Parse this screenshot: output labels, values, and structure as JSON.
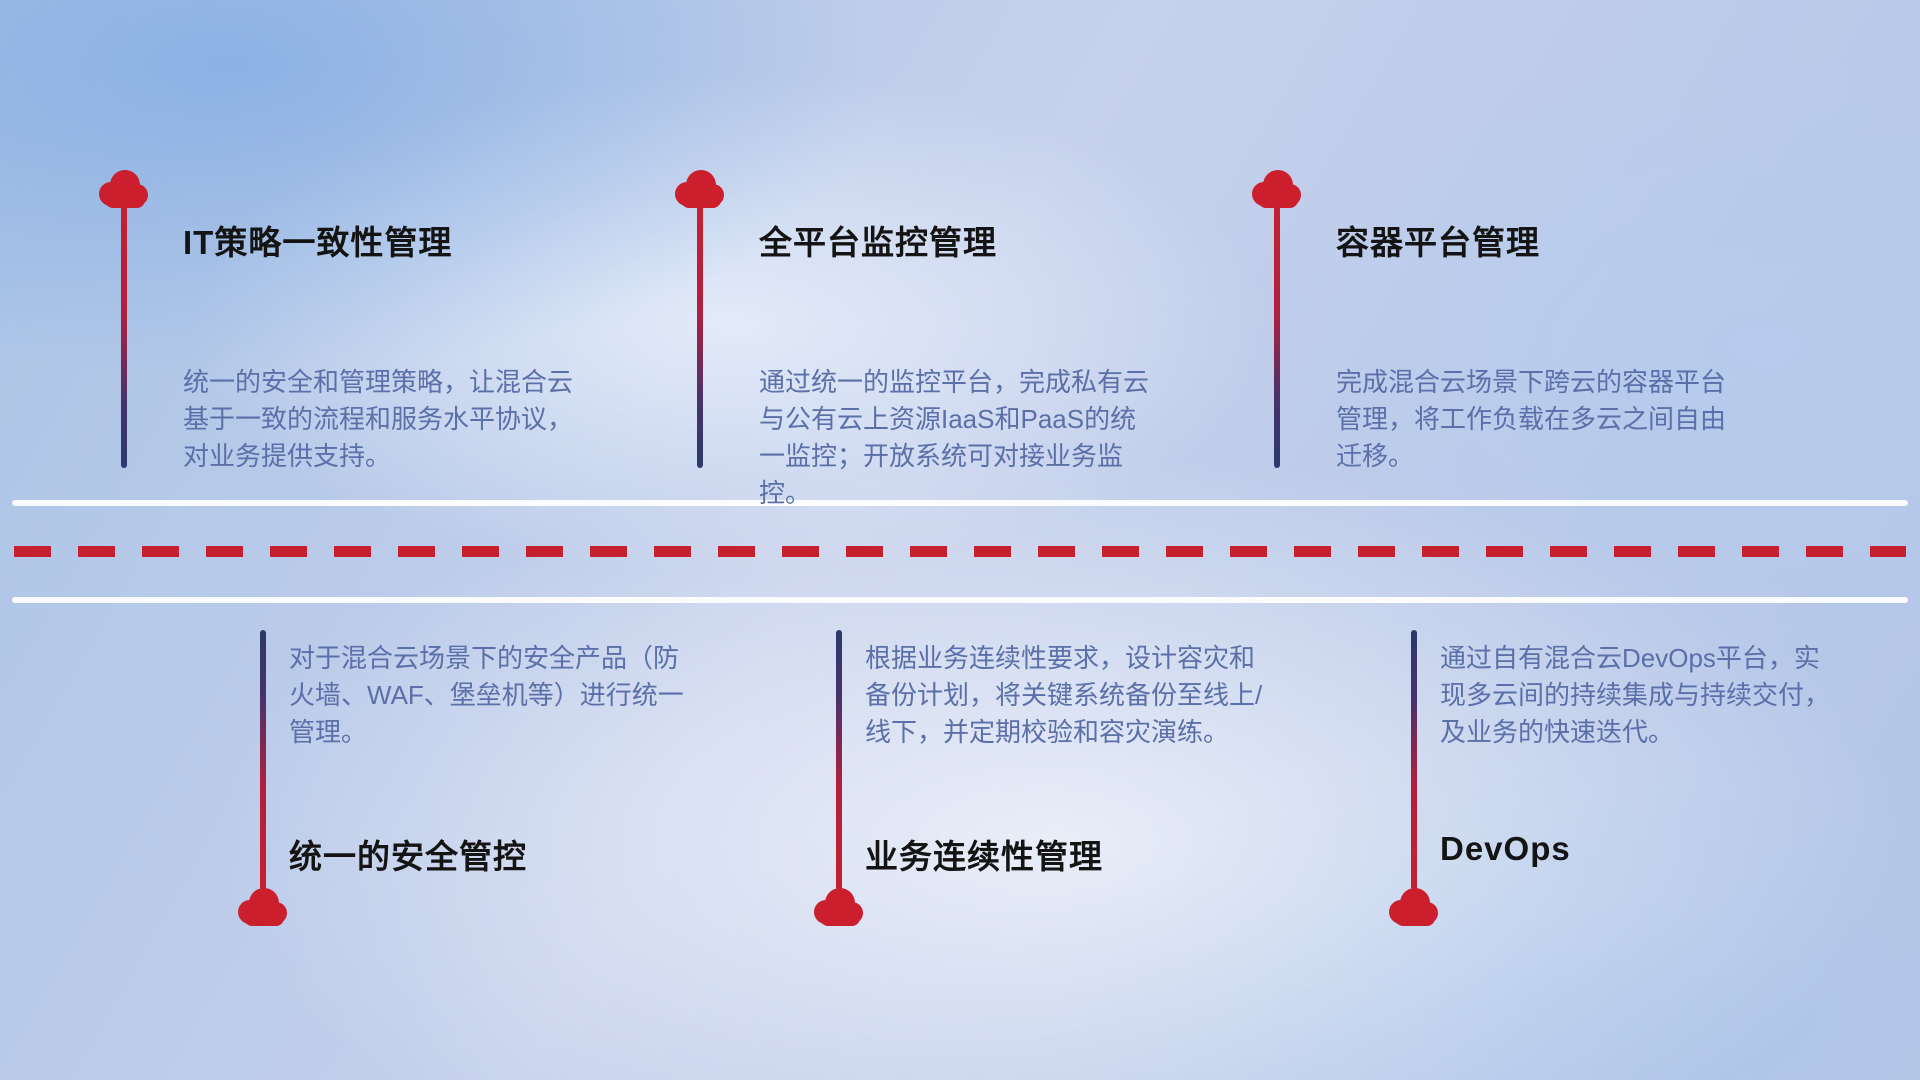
{
  "colors": {
    "red": "#c6202f",
    "navy": "#2c3a6b",
    "title": "#141414",
    "desc": "#5b6fa8"
  },
  "items": {
    "top": [
      {
        "title": "IT策略一致性管理",
        "desc": "统一的安全和管理策略，让混合云基于一致的流程和服务水平协议，对业务提供支持。"
      },
      {
        "title": "全平台监控管理",
        "desc": "通过统一的监控平台，完成私有云与公有云上资源IaaS和PaaS的统一监控；开放系统可对接业务监控。"
      },
      {
        "title": "容器平台管理",
        "desc": "完成混合云场景下跨云的容器平台管理，将工作负载在多云之间自由迁移。"
      }
    ],
    "bottom": [
      {
        "title": "统一的安全管控",
        "desc": "对于混合云场景下的安全产品（防火墙、WAF、堡垒机等）进行统一管理。"
      },
      {
        "title": "业务连续性管理",
        "desc": "根据业务连续性要求，设计容灾和备份计划，将关键系统备份至线上/线下，并定期校验和容灾演练。"
      },
      {
        "title": "DevOps",
        "desc": "通过自有混合云DevOps平台，实现多云间的持续集成与持续交付，及业务的快速迭代。"
      }
    ]
  }
}
